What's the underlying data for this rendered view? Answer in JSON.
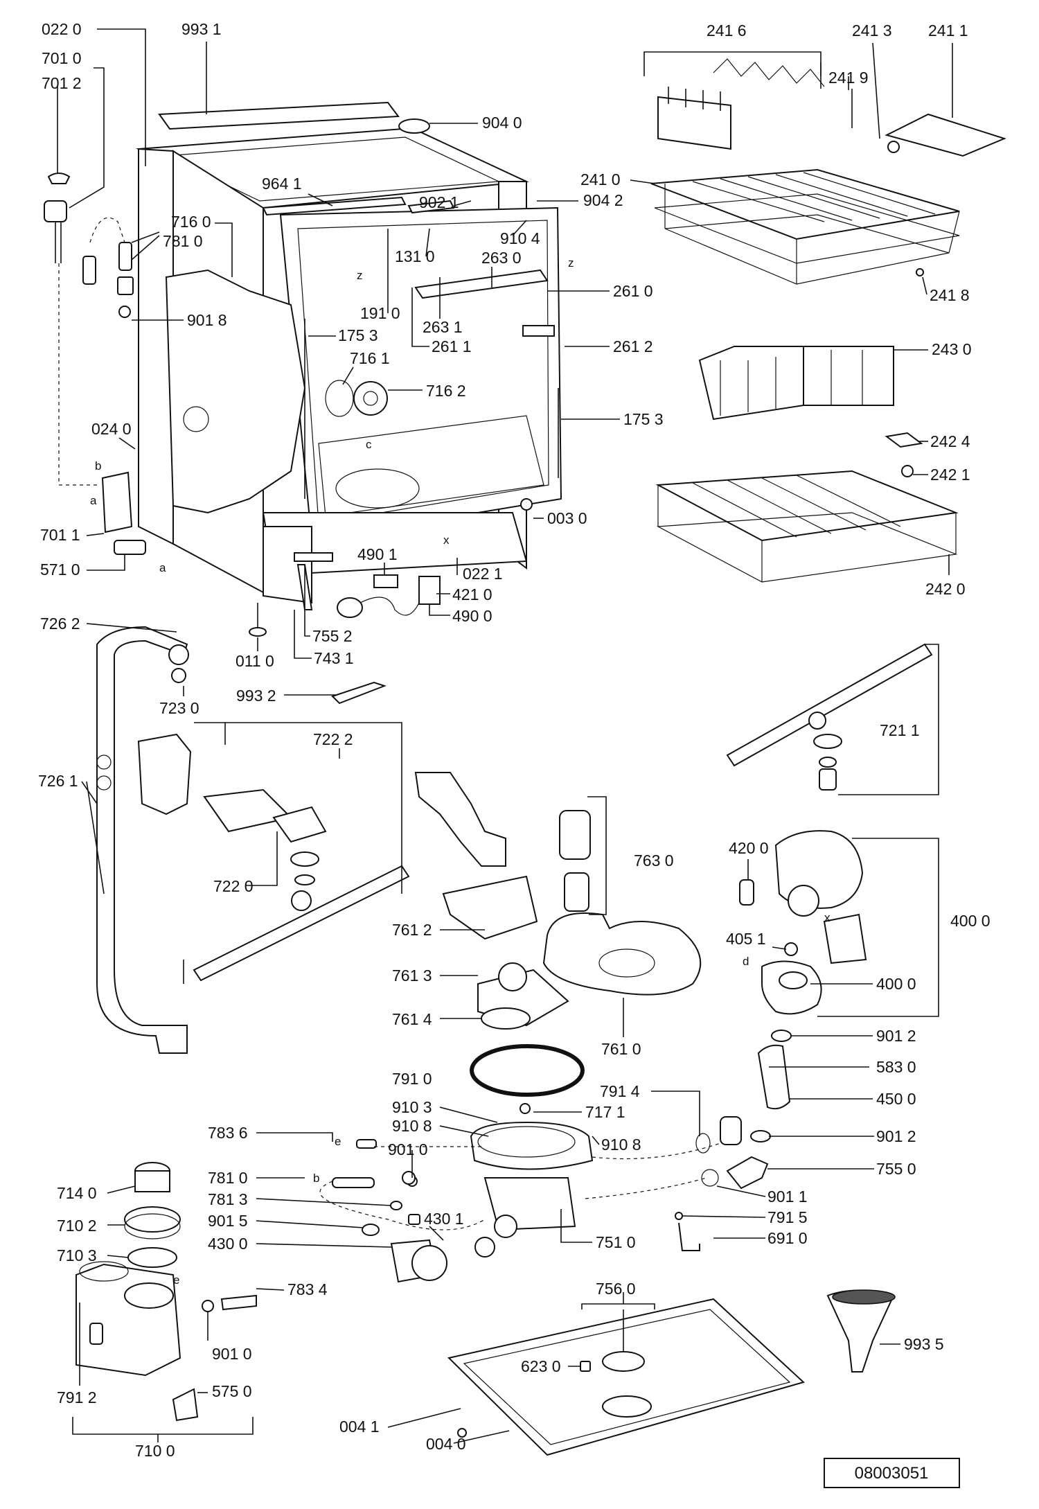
{
  "document_number": "08003051",
  "letters": {
    "a": "a",
    "b": "b",
    "c": "c",
    "d": "d",
    "e": "e",
    "x": "x",
    "z": "z"
  },
  "labels": [
    {
      "id": "l0220",
      "text": "022 0"
    },
    {
      "id": "l9931",
      "text": "993 1"
    },
    {
      "id": "l7010",
      "text": "701 0"
    },
    {
      "id": "l7012",
      "text": "701 2"
    },
    {
      "id": "l9040",
      "text": "904 0"
    },
    {
      "id": "l9641",
      "text": "964 1"
    },
    {
      "id": "l9021",
      "text": "902 1"
    },
    {
      "id": "l9042",
      "text": "904 2"
    },
    {
      "id": "l7160",
      "text": "716 0"
    },
    {
      "id": "l7810",
      "text": "781 0"
    },
    {
      "id": "l9104",
      "text": "910 4"
    },
    {
      "id": "l1310",
      "text": "131 0"
    },
    {
      "id": "l2630",
      "text": "263 0"
    },
    {
      "id": "l9018",
      "text": "901 8"
    },
    {
      "id": "l2610",
      "text": "261 0"
    },
    {
      "id": "l1910",
      "text": "191 0"
    },
    {
      "id": "l2631",
      "text": "263 1"
    },
    {
      "id": "l1753a",
      "text": "175 3"
    },
    {
      "id": "l2611",
      "text": "261 1"
    },
    {
      "id": "l2612",
      "text": "261 2"
    },
    {
      "id": "l7161",
      "text": "716 1"
    },
    {
      "id": "l7162",
      "text": "716 2"
    },
    {
      "id": "l1753b",
      "text": "175 3"
    },
    {
      "id": "l0240",
      "text": "024 0"
    },
    {
      "id": "l0030",
      "text": "003 0"
    },
    {
      "id": "l7011",
      "text": "701 1"
    },
    {
      "id": "l4901",
      "text": "490 1"
    },
    {
      "id": "l5710",
      "text": "571 0"
    },
    {
      "id": "l0221",
      "text": "022 1"
    },
    {
      "id": "l4210",
      "text": "421 0"
    },
    {
      "id": "l4900",
      "text": "490 0"
    },
    {
      "id": "l7262",
      "text": "726 2"
    },
    {
      "id": "l7552",
      "text": "755 2"
    },
    {
      "id": "l0110",
      "text": "011 0"
    },
    {
      "id": "l7431",
      "text": "743 1"
    },
    {
      "id": "l7230",
      "text": "723 0"
    },
    {
      "id": "l9932",
      "text": "993 2"
    },
    {
      "id": "l7222",
      "text": "722 2"
    },
    {
      "id": "l7261",
      "text": "726 1"
    },
    {
      "id": "l7220",
      "text": "722 0"
    },
    {
      "id": "l2416",
      "text": "241 6"
    },
    {
      "id": "l2413",
      "text": "241 3"
    },
    {
      "id": "l2411",
      "text": "241 1"
    },
    {
      "id": "l2419",
      "text": "241 9"
    },
    {
      "id": "l2410",
      "text": "241 0"
    },
    {
      "id": "l2418",
      "text": "241 8"
    },
    {
      "id": "l2430",
      "text": "243 0"
    },
    {
      "id": "l2424",
      "text": "242 4"
    },
    {
      "id": "l2421",
      "text": "242 1"
    },
    {
      "id": "l2420",
      "text": "242 0"
    },
    {
      "id": "l7211",
      "text": "721 1"
    },
    {
      "id": "l7630",
      "text": "763 0"
    },
    {
      "id": "l4200",
      "text": "420 0"
    },
    {
      "id": "l4000a",
      "text": "400 0"
    },
    {
      "id": "l4051",
      "text": "405 1"
    },
    {
      "id": "l4000b",
      "text": "400 0"
    },
    {
      "id": "l7612",
      "text": "761 2"
    },
    {
      "id": "l7613",
      "text": "761 3"
    },
    {
      "id": "l7614",
      "text": "761 4"
    },
    {
      "id": "l7610",
      "text": "761 0"
    },
    {
      "id": "l9012a",
      "text": "901 2"
    },
    {
      "id": "l5830",
      "text": "583 0"
    },
    {
      "id": "l7910",
      "text": "791 0"
    },
    {
      "id": "l7914",
      "text": "791 4"
    },
    {
      "id": "l4500",
      "text": "450 0"
    },
    {
      "id": "l9103",
      "text": "910 3"
    },
    {
      "id": "l7171",
      "text": "717 1"
    },
    {
      "id": "l9108a",
      "text": "910 8"
    },
    {
      "id": "l9108b",
      "text": "910 8"
    },
    {
      "id": "l9012b",
      "text": "901 2"
    },
    {
      "id": "l9010a",
      "text": "901 0"
    },
    {
      "id": "l7836",
      "text": "783 6"
    },
    {
      "id": "l7550",
      "text": "755 0"
    },
    {
      "id": "l7140",
      "text": "714 0"
    },
    {
      "id": "l7810b",
      "text": "781 0"
    },
    {
      "id": "l9011",
      "text": "901 1"
    },
    {
      "id": "l7813",
      "text": "781 3"
    },
    {
      "id": "l7102",
      "text": "710 2"
    },
    {
      "id": "l9015",
      "text": "901 5"
    },
    {
      "id": "l4301",
      "text": "430 1"
    },
    {
      "id": "l7915",
      "text": "791 5"
    },
    {
      "id": "l4300",
      "text": "430 0"
    },
    {
      "id": "l7510",
      "text": "751 0"
    },
    {
      "id": "l6910",
      "text": "691 0"
    },
    {
      "id": "l7103",
      "text": "710 3"
    },
    {
      "id": "l7834",
      "text": "783 4"
    },
    {
      "id": "l7560",
      "text": "756 0"
    },
    {
      "id": "l6230",
      "text": "623 0"
    },
    {
      "id": "l9010b",
      "text": "901 0"
    },
    {
      "id": "l9935",
      "text": "993 5"
    },
    {
      "id": "l7912",
      "text": "791 2"
    },
    {
      "id": "l5750",
      "text": "575 0"
    },
    {
      "id": "l0041",
      "text": "004 1"
    },
    {
      "id": "l0040",
      "text": "004 0"
    },
    {
      "id": "l7100",
      "text": "710 0"
    }
  ]
}
